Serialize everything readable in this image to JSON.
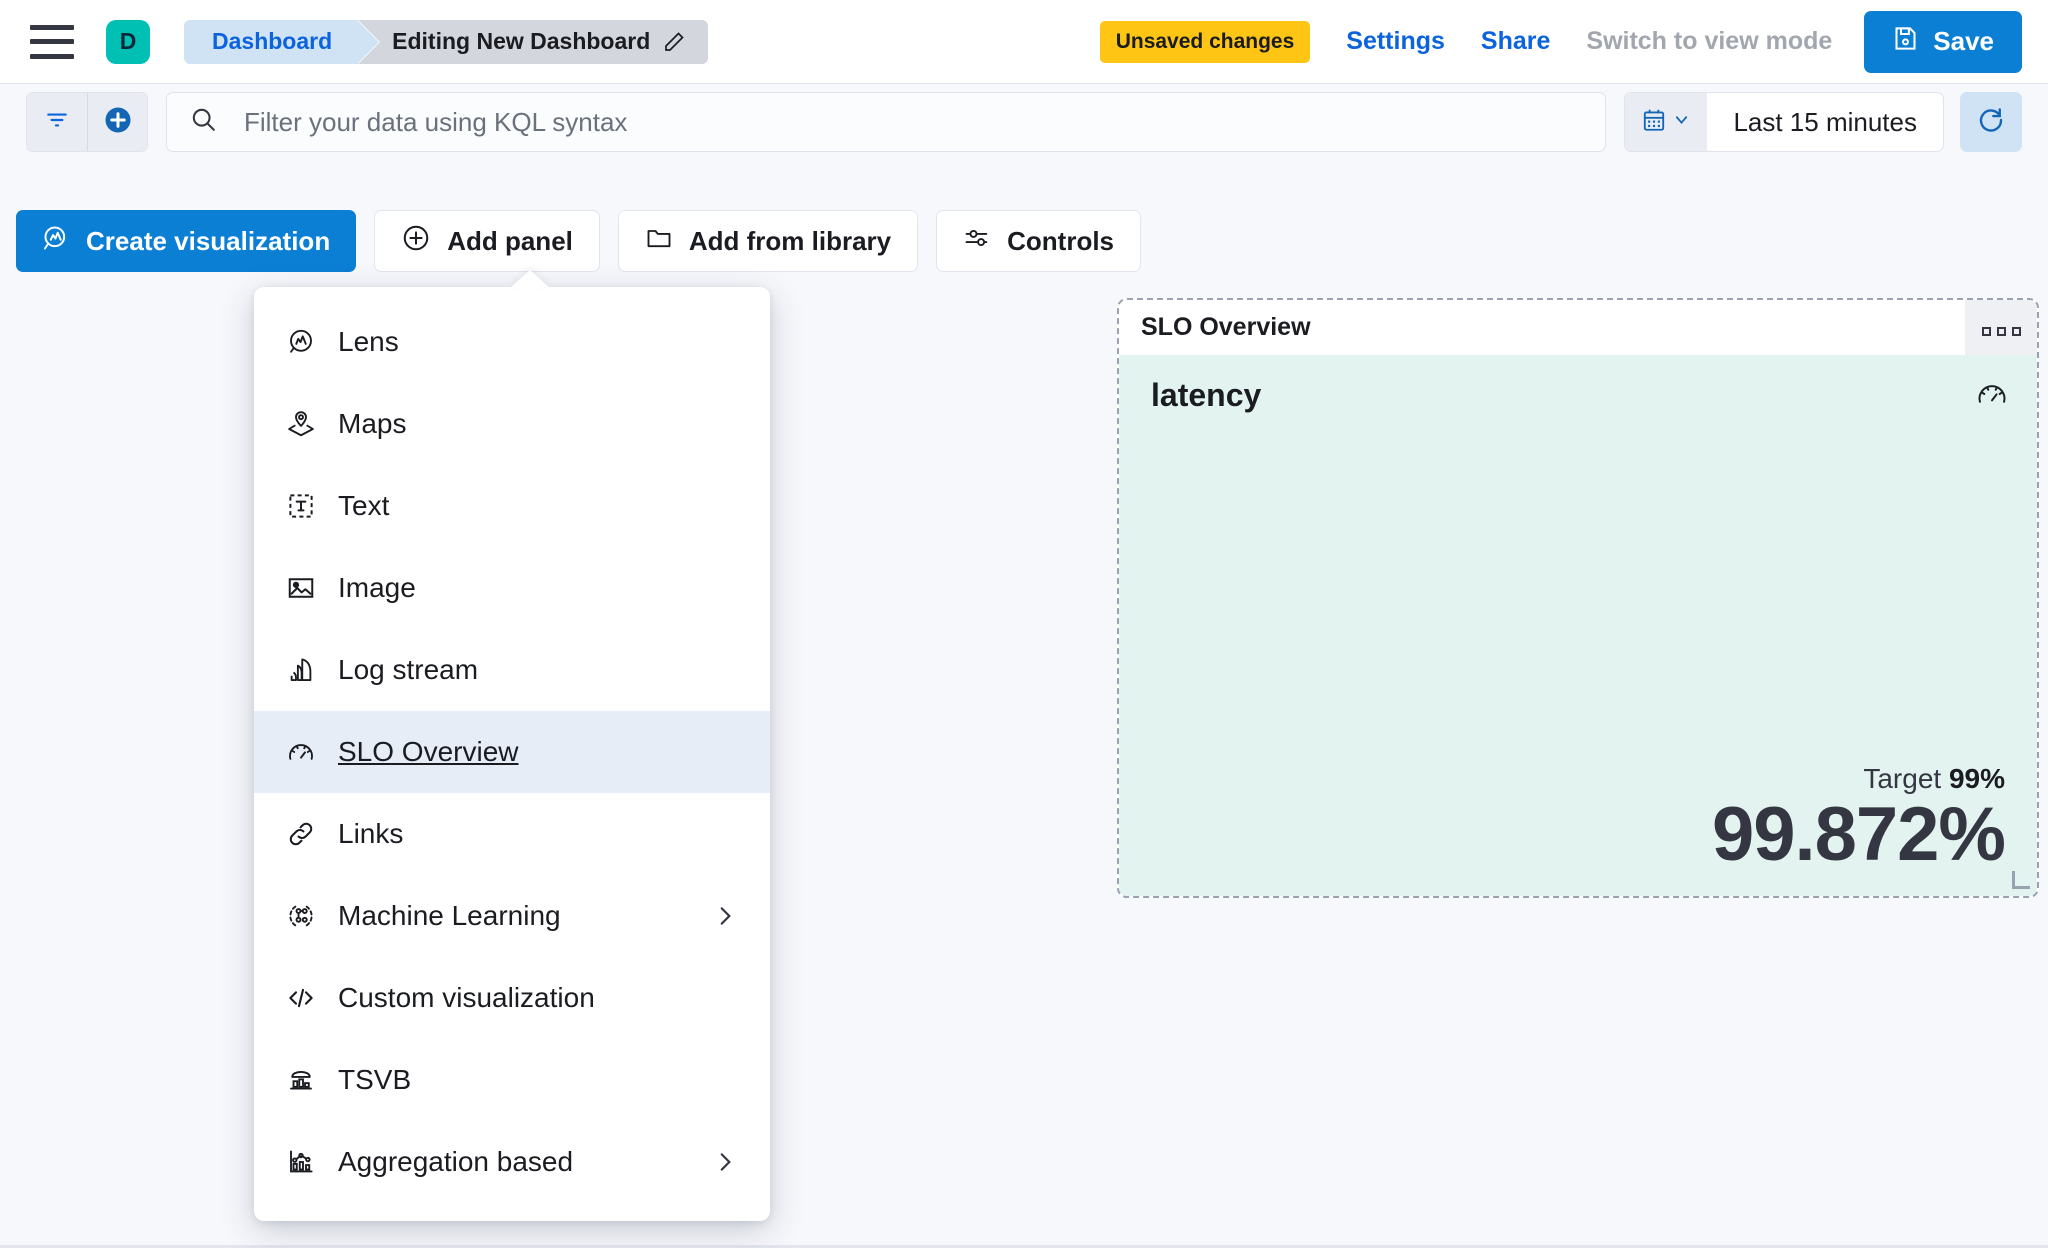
{
  "header": {
    "menu_icon": "hamburger-icon",
    "space_initial": "D",
    "breadcrumb_home": "Dashboard",
    "breadcrumb_current": "Editing New Dashboard",
    "edit_icon": "pencil-icon",
    "unsaved_badge": "Unsaved changes",
    "settings_link": "Settings",
    "share_link": "Share",
    "view_mode_link": "Switch to view mode",
    "save_label": "Save",
    "save_icon": "save-disk-icon",
    "accent_blue": "#0B7FD4",
    "badge_yellow": "#FEC514",
    "space_teal": "#00BFB3"
  },
  "querybar": {
    "filter_icon": "filter-icon",
    "add_filter_icon": "plus-circle-icon",
    "search_icon": "search-icon",
    "kql_placeholder": "Filter your data using KQL syntax",
    "kql_value": "",
    "calendar_icon": "calendar-icon",
    "chevron_icon": "chevron-down-icon",
    "time_range": "Last 15 minutes",
    "refresh_icon": "refresh-icon"
  },
  "toolbar": {
    "create_visualization": "Create visualization",
    "create_visualization_icon": "lens-icon",
    "add_panel": "Add panel",
    "add_panel_icon": "plus-circle-icon",
    "add_from_library": "Add from library",
    "add_from_library_icon": "folder-icon",
    "controls": "Controls",
    "controls_icon": "sliders-icon"
  },
  "add_panel_menu": {
    "open": true,
    "items": [
      {
        "label": "Lens",
        "icon": "lens-icon",
        "selected": false,
        "submenu": false
      },
      {
        "label": "Maps",
        "icon": "maps-icon",
        "selected": false,
        "submenu": false
      },
      {
        "label": "Text",
        "icon": "text-icon",
        "selected": false,
        "submenu": false
      },
      {
        "label": "Image",
        "icon": "image-icon",
        "selected": false,
        "submenu": false
      },
      {
        "label": "Log stream",
        "icon": "log-stream-icon",
        "selected": false,
        "submenu": false
      },
      {
        "label": "SLO Overview",
        "icon": "slo-gauge-icon",
        "selected": true,
        "submenu": false
      },
      {
        "label": "Links",
        "icon": "link-icon",
        "selected": false,
        "submenu": false
      },
      {
        "label": "Machine Learning",
        "icon": "machine-learning-icon",
        "selected": false,
        "submenu": true
      },
      {
        "label": "Custom visualization",
        "icon": "code-icon",
        "selected": false,
        "submenu": false
      },
      {
        "label": "TSVB",
        "icon": "tsvb-icon",
        "selected": false,
        "submenu": false
      },
      {
        "label": "Aggregation based",
        "icon": "aggregation-icon",
        "selected": false,
        "submenu": true
      }
    ]
  },
  "panel": {
    "title": "SLO Overview",
    "context_menu_icon": "more-options-icon",
    "slo_name": "latency",
    "slo_icon": "slo-gauge-icon",
    "target_label": "Target",
    "target_value": "99%",
    "sli_value": "99.872%",
    "background": "#E3F3F0"
  }
}
